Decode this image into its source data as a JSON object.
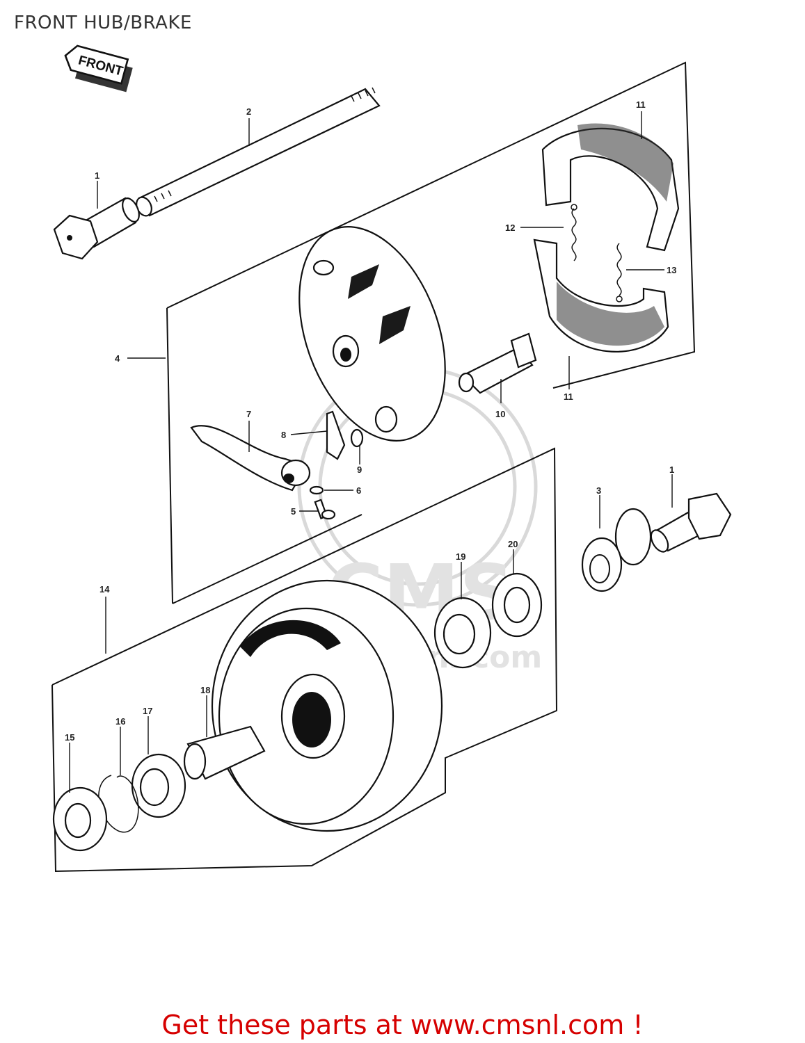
{
  "title": "FRONT HUB/BRAKE",
  "front_arrow": "FRONT",
  "watermark": {
    "logo": "CMS",
    "url": "www.cmsnl.com"
  },
  "parts": [
    {
      "id": "part-1-left",
      "label": "1"
    },
    {
      "id": "part-2",
      "label": "2"
    },
    {
      "id": "part-3",
      "label": "3"
    },
    {
      "id": "part-4",
      "label": "4"
    },
    {
      "id": "part-5",
      "label": "5"
    },
    {
      "id": "part-6",
      "label": "6"
    },
    {
      "id": "part-7",
      "label": "7"
    },
    {
      "id": "part-8",
      "label": "8"
    },
    {
      "id": "part-9",
      "label": "9"
    },
    {
      "id": "part-10",
      "label": "10"
    },
    {
      "id": "part-11-top",
      "label": "11"
    },
    {
      "id": "part-11-bottom",
      "label": "11"
    },
    {
      "id": "part-12",
      "label": "12"
    },
    {
      "id": "part-13",
      "label": "13"
    },
    {
      "id": "part-1-right",
      "label": "1"
    },
    {
      "id": "part-14",
      "label": "14"
    },
    {
      "id": "part-15",
      "label": "15"
    },
    {
      "id": "part-16",
      "label": "16"
    },
    {
      "id": "part-17",
      "label": "17"
    },
    {
      "id": "part-18",
      "label": "18"
    },
    {
      "id": "part-19",
      "label": "19"
    },
    {
      "id": "part-20",
      "label": "20"
    }
  ],
  "footer": {
    "cta": "Get these parts at www.cmsnl.com !"
  },
  "colors": {
    "footer_text": "#d60000",
    "line_art": "#111111",
    "watermark": "#d9d9d9"
  }
}
